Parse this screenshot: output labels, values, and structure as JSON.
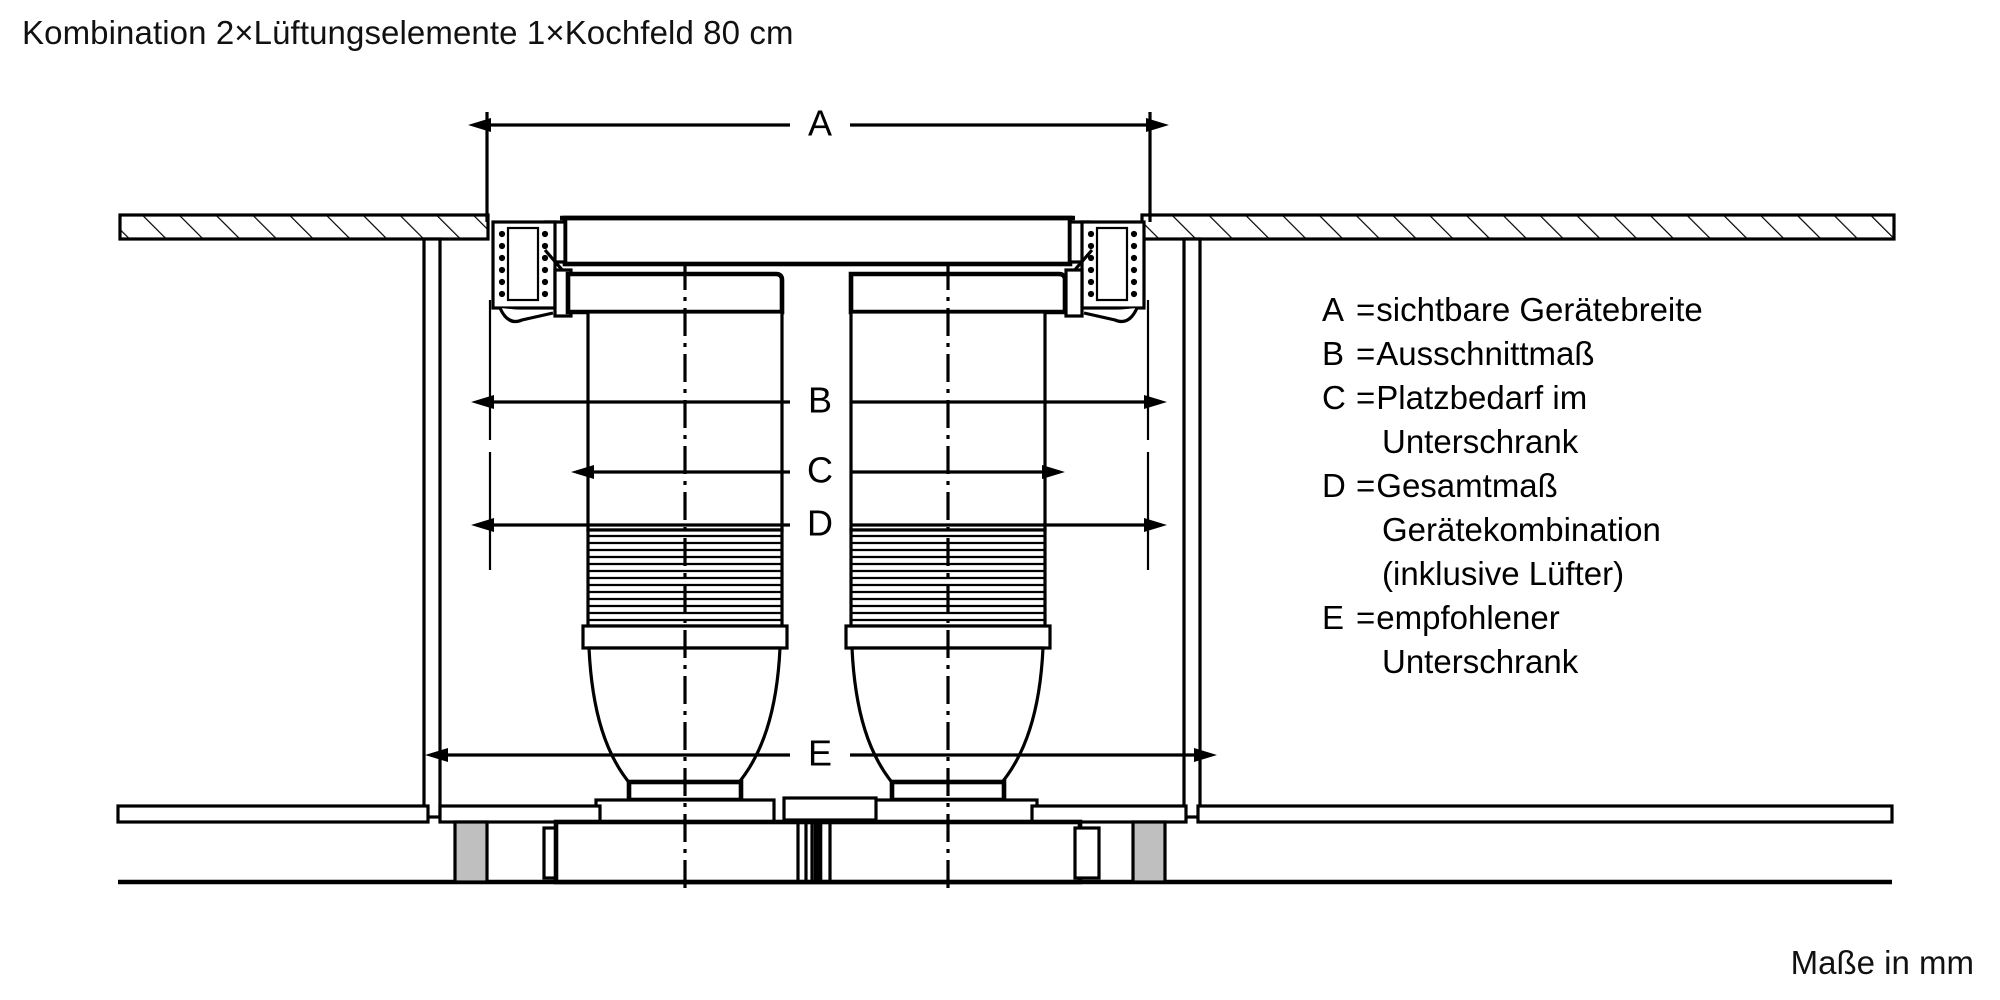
{
  "title": "Kombination 2×Lüftungselemente 1×Kochfeld 80 cm",
  "units_note": "Maße in mm",
  "dimension_labels": {
    "a": "A",
    "b": "B",
    "c": "C",
    "d": "D",
    "e": "E"
  },
  "legend": {
    "equals": "=",
    "items": [
      {
        "key": "A",
        "text": "sichtbare Gerätebreite",
        "continuation": []
      },
      {
        "key": "B",
        "text": "Ausschnittmaß",
        "continuation": []
      },
      {
        "key": "C",
        "text": "Platzbedarf im",
        "continuation": [
          "Unterschrank"
        ]
      },
      {
        "key": "D",
        "text": "Gesamtmaß",
        "continuation": [
          "Gerätekombination",
          "(inklusive Lüfter)"
        ]
      },
      {
        "key": "E",
        "text": "empfohlener",
        "continuation": [
          "Unterschrank"
        ]
      }
    ]
  },
  "colors": {
    "line": "#000000",
    "fill": "#ffffff",
    "block": "#bfbfbf"
  }
}
